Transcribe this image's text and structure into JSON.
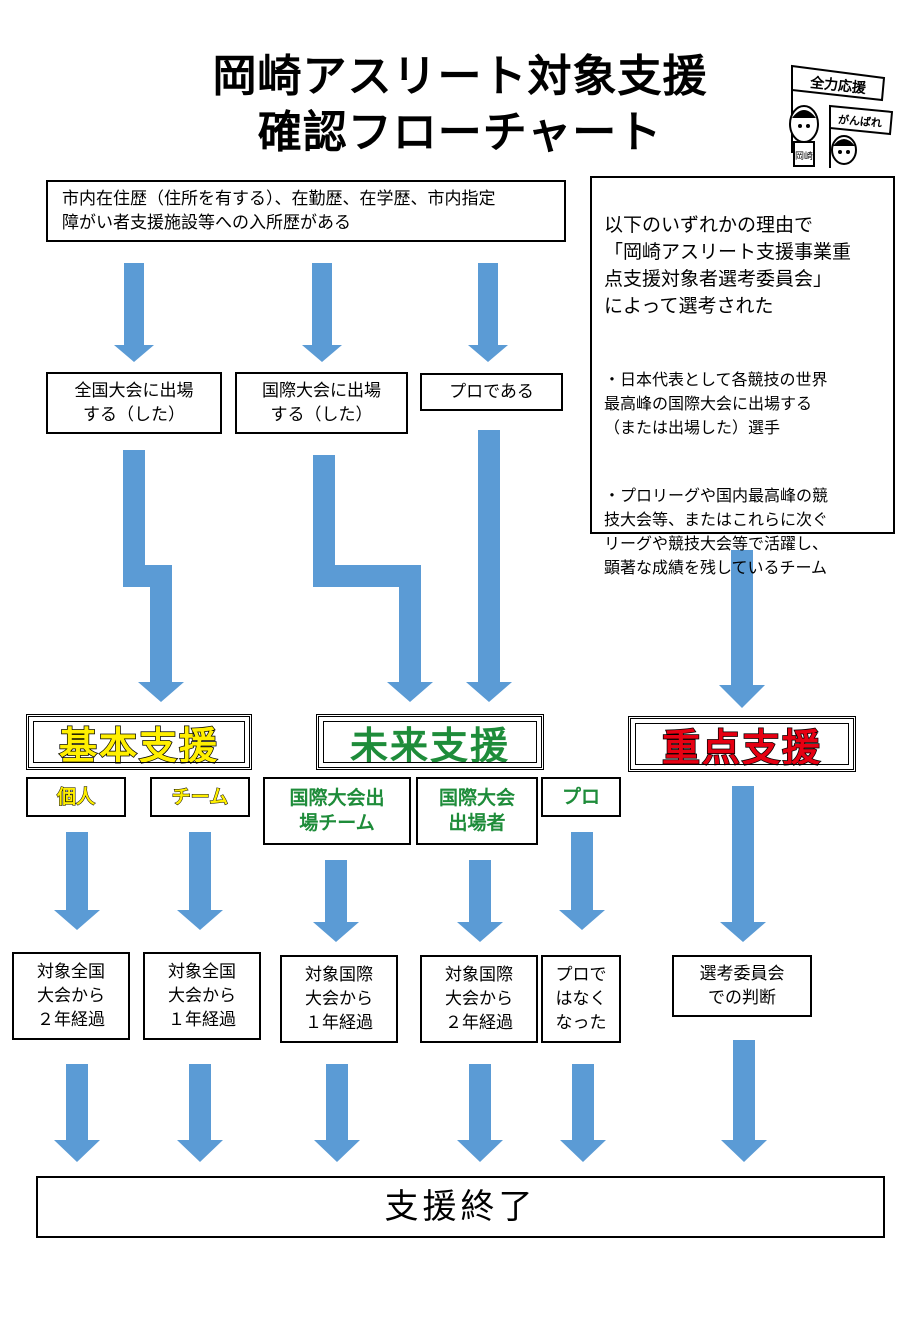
{
  "title": {
    "line1": "岡崎アスリート対象支援",
    "line2": "確認フローチャート"
  },
  "mascot": {
    "flag1": "全力応援",
    "flag2": "がんばれ",
    "badge": "岡崎"
  },
  "eligibility_box": "市内在住歴（住所を有する）、在勤歴、在学歴、市内指定\n障がい者支援施設等への入所歴がある",
  "selection_box": {
    "heading": "以下のいずれかの理由で\n「岡崎アスリート支援事業重\n点支援対象者選考委員会」\nによって選考された",
    "bullet1": "・日本代表として各競技の世界\n最高峰の国際大会に出場する\n（または出場した）選手",
    "bullet2": "・プロリーグや国内最高峰の競\n技大会等、またはこれらに次ぐ\nリーグや競技大会等で活躍し、\n顕著な成績を残しているチーム"
  },
  "conditions": {
    "national": "全国大会に出場\nする（した）",
    "international": "国際大会に出場\nする（した）",
    "pro": "プロである"
  },
  "categories": {
    "basic": "基本支援",
    "future": "未来支援",
    "priority": "重点支援"
  },
  "category_colors": {
    "basic": "#ffef00",
    "future": "#1e8c3a",
    "priority": "#e60012",
    "arrow": "#5b9bd5"
  },
  "subcategories": {
    "individual": "個人",
    "team": "チーム",
    "intl_team": "国際大会出\n場チーム",
    "intl_athlete": "国際大会\n出場者",
    "pro": "プロ"
  },
  "end_conditions": {
    "c1": "対象全国\n大会から\n２年経過",
    "c2": "対象全国\n大会から\n１年経過",
    "c3": "対象国際\n大会から\n１年経過",
    "c4": "対象国際\n大会から\n２年経過",
    "c5": "プロで\nはなく\nなった",
    "c6": "選考委員会\nでの判断"
  },
  "end_box": "支援終了"
}
